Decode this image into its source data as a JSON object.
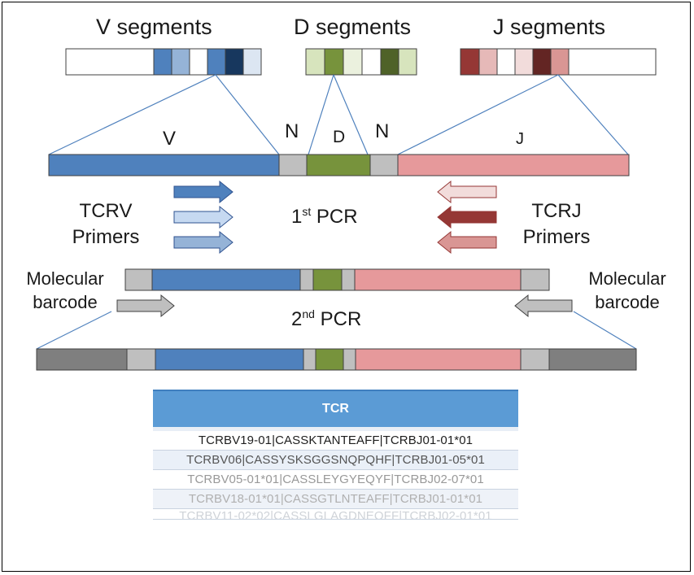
{
  "title_labels": {
    "v_segments": "V segments",
    "d_segments": "D segments",
    "j_segments": "J segments"
  },
  "gene_labels": {
    "v": "V",
    "n1": "N",
    "d": "D",
    "n2": "N",
    "j": "J"
  },
  "pcr": {
    "first_num": "1",
    "first_sup": "st",
    "first_text": " PCR",
    "second_num": "2",
    "second_sup": "nd",
    "second_text": " PCR"
  },
  "primers": {
    "tcrv_line1": "TCRV",
    "tcrv_line2": "Primers",
    "tcrj_line1": "TCRJ",
    "tcrj_line2": "Primers"
  },
  "barcode": {
    "left_line1": "Molecular",
    "left_line2": "barcode",
    "right_line1": "Molecular",
    "right_line2": "barcode"
  },
  "table": {
    "header": "TCR",
    "rows": [
      "TCRBV19-01|CASSKTANTEAFF|TCRBJ01-01*01",
      "TCRBV06|CASSYSKSGGSNQPQHF|TCRBJ01-05*01",
      "TCRBV05-01*01|CASSLEYGYEQYF|TCRBJ02-07*01",
      "TCRBV18-01*01|CASSGTLNTEAFF|TCRBJ01-01*01",
      "TCRBV11-02*02|CASSLGLAGDNEQFF|TCRBJ02-01*01"
    ]
  },
  "colors": {
    "v_blue": "#4f81bd",
    "d_green": "#77933c",
    "j_pink": "#e6999b",
    "n_gray": "#bfbfbf",
    "barcode_dark": "#7f7f7f",
    "table_header": "#5b9bd5"
  }
}
